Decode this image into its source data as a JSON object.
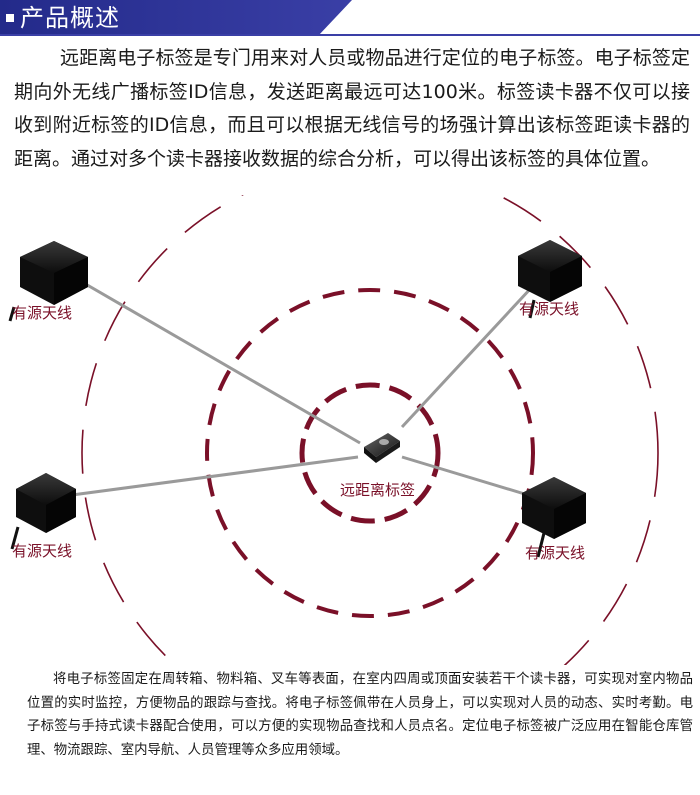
{
  "header": {
    "title": "产品概述",
    "bar_color": "#2b2e8f"
  },
  "intro": {
    "text": "远距离电子标签是专门用来对人员或物品进行定位的电子标签。电子标签定期向外无线广播标签ID信息，发送距离最远可达100米。标签读卡器不仅可以接收到附近标签的ID信息，而且可以根据无线信号的场强计算出该标签距读卡器的距离。通过对多个读卡器接收数据的综合分析，可以得出该标签的具体位置。"
  },
  "diagram": {
    "ring_color": "#7a1028",
    "antennas": [
      {
        "label": "有源天线",
        "icon": "antenna-device-icon"
      },
      {
        "label": "有源天线",
        "icon": "antenna-device-icon"
      },
      {
        "label": "有源天线",
        "icon": "antenna-device-icon"
      },
      {
        "label": "有源天线",
        "icon": "antenna-device-icon"
      }
    ],
    "tag": {
      "label": "远距离标签",
      "icon": "tag-device-icon"
    }
  },
  "bottom": {
    "text": "将电子标签固定在周转箱、物料箱、叉车等表面，在室内四周或顶面安装若干个读卡器，可实现对室内物品位置的实时监控，方便物品的跟踪与查找。将电子标签佩带在人员身上，可以实现对人员的动态、实时考勤。电子标签与手持式读卡器配合使用，可以方便的实现物品查找和人员点名。定位电子标签被广泛应用在智能仓库管理、物流跟踪、室内导航、人员管理等众多应用领域。"
  }
}
